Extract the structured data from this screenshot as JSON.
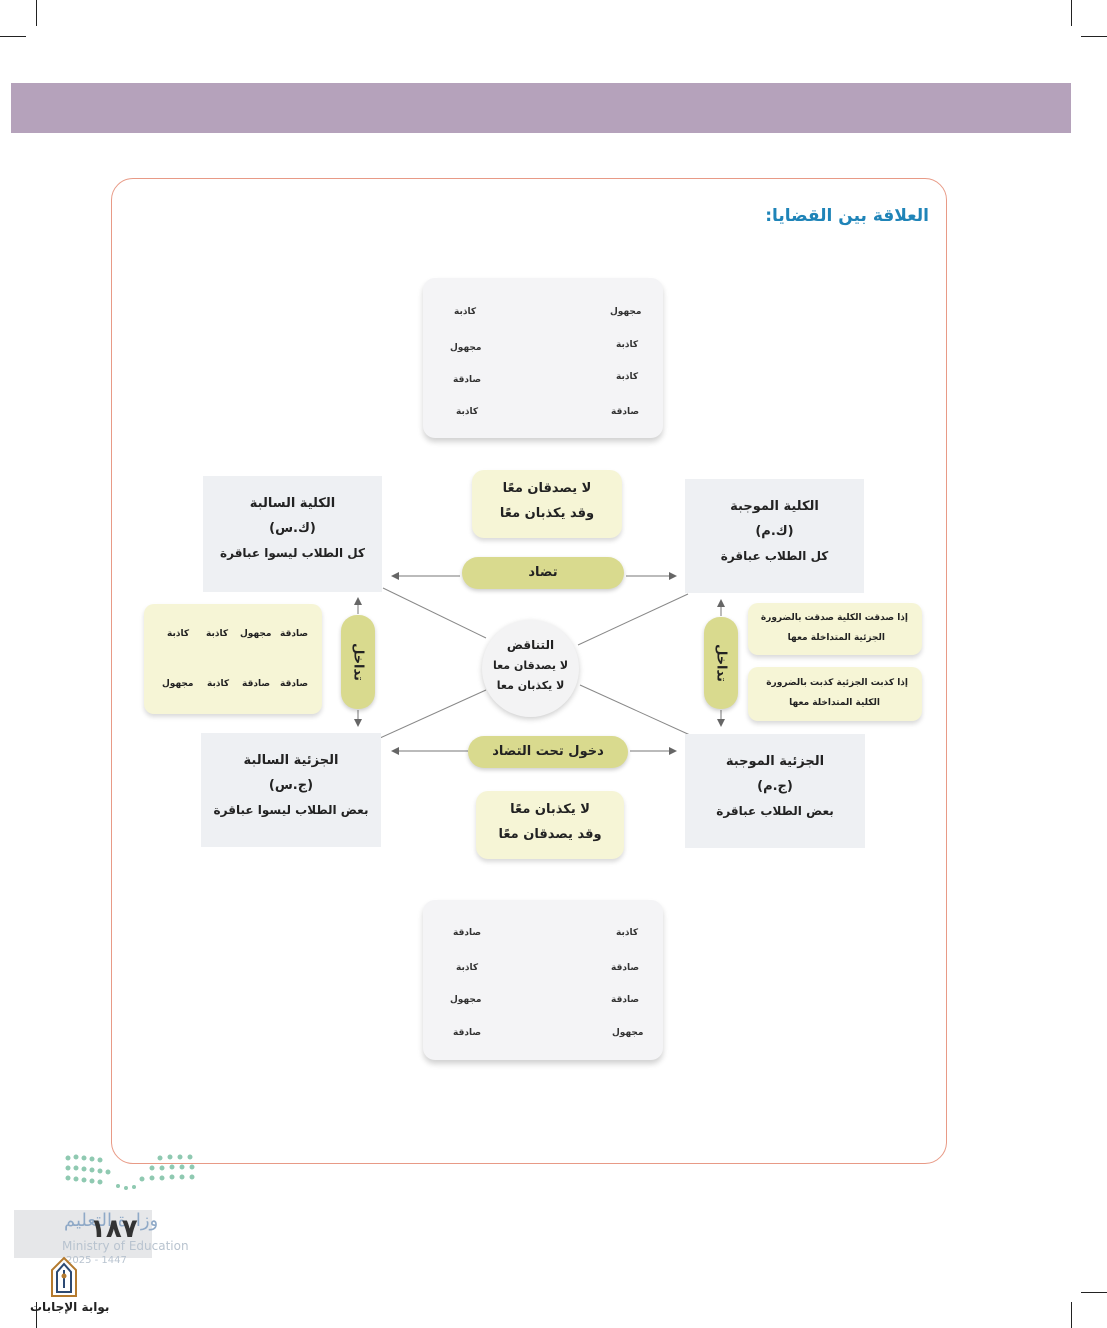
{
  "title": "العلاقة بين القضايا:",
  "truth_table_top": {
    "rows": [
      {
        "right": "مجهول",
        "left": "كاذبة",
        "dir": "to-left"
      },
      {
        "right": "كاذبة",
        "left": "مجهول",
        "dir": "to-left"
      },
      {
        "right": "كاذبة",
        "left": "صادقة",
        "dir": "to-left"
      },
      {
        "right": "صادقة",
        "left": "كاذبة",
        "dir": "to-left"
      }
    ]
  },
  "truth_table_bottom": {
    "rows": [
      {
        "right": "كاذبة",
        "left": "صادقة"
      },
      {
        "right": "صادقة",
        "left": "كاذبة"
      },
      {
        "right": "صادقة",
        "left": "مجهول"
      },
      {
        "right": "مجهول",
        "left": "صادقة"
      }
    ]
  },
  "universal_affirmative": {
    "name": "الكلية الموجبة",
    "symbol": "(ك.م)",
    "example": "كل الطلاب عباقرة"
  },
  "universal_negative": {
    "name": "الكلية السالبة",
    "symbol": "(ك.س)",
    "example": "كل الطلاب ليسوا عباقرة"
  },
  "particular_affirmative": {
    "name": "الجزئية الموجبة",
    "symbol": "(ج.م)",
    "example": "بعض الطلاب عباقرة"
  },
  "particular_negative": {
    "name": "الجزئية السالبة",
    "symbol": "(ج.س)",
    "example": "بعض الطلاب ليسوا عباقرة"
  },
  "contrary": {
    "note_line1": "لا يصدقان معًا",
    "note_line2": "وقد يكذبان معًا",
    "label": "تضاد"
  },
  "subcontrary": {
    "note_line1": "لا يكذبان معًا",
    "note_line2": "وقد يصدقان معًا",
    "label": "دخول تحت التضاد"
  },
  "contradiction": {
    "title": "التناقض",
    "line1": "لا يصدقان معا",
    "line2": "لا يكذبان معا"
  },
  "subalternation_right": {
    "label": "تداخل",
    "rule1_line1": "إذا صدقت الكلية صدقت بالضرورة",
    "rule1_line2": "الجزئية المتداخلة معها",
    "rule2_line1": "إذا كذبت الجزئية كذبت بالضرورة",
    "rule2_line2": "الكلية المتداخلة معها"
  },
  "subalternation_left": {
    "label": "تداخل",
    "columns": [
      {
        "top": "صادقة",
        "bottom": "صادقة"
      },
      {
        "top": "مجهول",
        "bottom": "صادقة"
      },
      {
        "top": "كاذبة",
        "bottom": "كاذبة"
      },
      {
        "top": "كاذبة",
        "bottom": "مجهول"
      }
    ]
  },
  "footer": {
    "ministry_ar": "وزارة التعليم",
    "ministry_en": "Ministry of Education",
    "year": "2025 - 1447",
    "page_number": "١٨٧",
    "portal": "بوابة الإجابات"
  },
  "colors": {
    "header_band": "#b5a2bb",
    "frame": "#e89a86",
    "title": "#1f84b8",
    "pill": "#d9da8e",
    "note_bg": "#f6f5d6"
  }
}
